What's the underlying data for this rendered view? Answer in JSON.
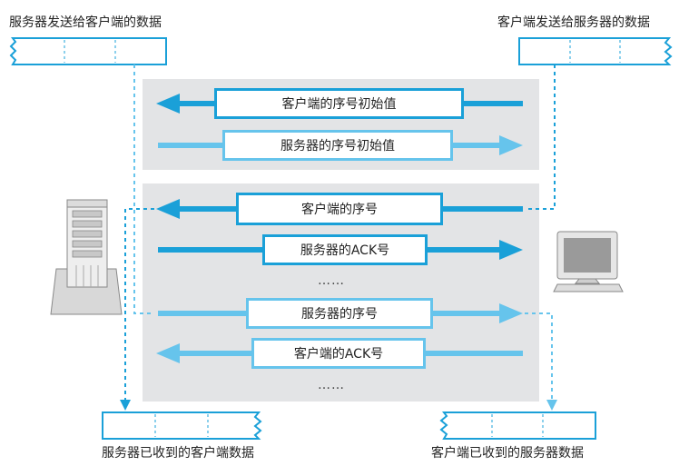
{
  "captions": {
    "server_send": "服务器发送给客户端的数据",
    "client_send": "客户端发送给服务器的数据",
    "server_recv": "服务器已收到的客户端数据",
    "client_recv": "客户端已收到的服务器数据"
  },
  "handshake": {
    "client_isn": "客户端的序号初始值",
    "server_isn": "服务器的序号初始值"
  },
  "transfer": {
    "client_seq": "客户端的序号",
    "server_ack": "服务器的ACK号",
    "ellipsis1": "……",
    "server_seq": "服务器的序号",
    "client_ack": "客户端的ACK号",
    "ellipsis2": "……"
  },
  "colors": {
    "dark_blue": "#1aa0d8",
    "light_blue": "#66c4ec",
    "panel_gray": "#e3e4e6"
  },
  "icons": {
    "server": "server-tower-icon",
    "client": "computer-monitor-icon"
  }
}
